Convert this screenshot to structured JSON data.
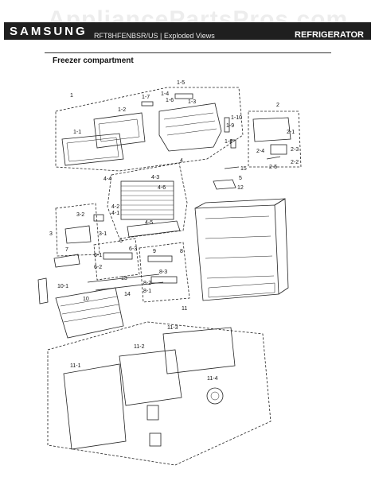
{
  "header": {
    "brand": "SAMSUNG",
    "model_line": "RFT8HFENBSR/US  |  Exploded Views",
    "category": "REFRIGERATOR",
    "watermark": "AppliancePartsPros.com"
  },
  "section": {
    "title": "Freezer compartment"
  },
  "part_labels": [
    "1",
    "1-1",
    "1-2",
    "1-3",
    "1-4",
    "1-5",
    "1-6",
    "1-7",
    "1-8",
    "1-9",
    "1-10",
    "2",
    "2-1",
    "2-2",
    "2-3",
    "2-4",
    "2-5",
    "3",
    "3-1",
    "3-2",
    "4",
    "4-1",
    "4-2",
    "4-3",
    "4-4",
    "4-5",
    "4-6",
    "5",
    "6",
    "6-1",
    "6-2",
    "6-3",
    "7",
    "8",
    "8-1",
    "8-2",
    "8-3",
    "9",
    "10",
    "10-1",
    "11",
    "11-1",
    "11-2",
    "11-3",
    "11-4",
    "12",
    "13",
    "14",
    "15"
  ],
  "colors": {
    "header_bg": "#1f1f1f",
    "line": "#222222"
  }
}
